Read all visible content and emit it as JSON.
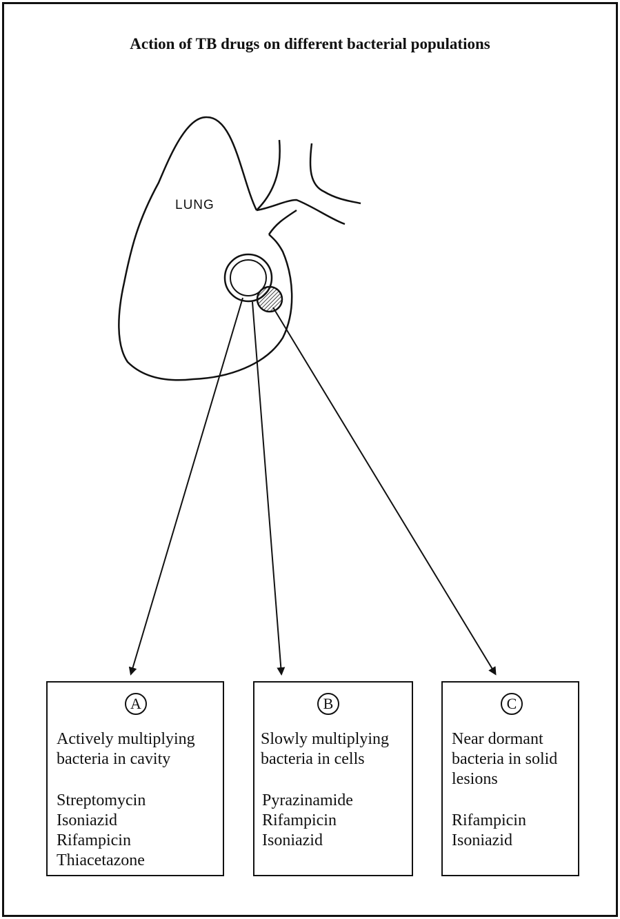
{
  "title": "Action of TB drugs on different bacterial populations",
  "lung_label": "LUNG",
  "boxes": [
    {
      "badge": "A",
      "description": "Actively multiplying bacteria in cavity",
      "drugs": [
        "Streptomycin",
        "Isoniazid",
        "Rifampicin",
        "Thiacetazone"
      ]
    },
    {
      "badge": "B",
      "description": "Slowly multiplying bacteria in cells",
      "drugs": [
        "Pyrazinamide",
        "Rifampicin",
        "Isoniazid"
      ]
    },
    {
      "badge": "C",
      "description": "Near dormant bacteria in solid lesions",
      "drugs": [
        "Rifampicin",
        "Isoniazid"
      ]
    }
  ]
}
